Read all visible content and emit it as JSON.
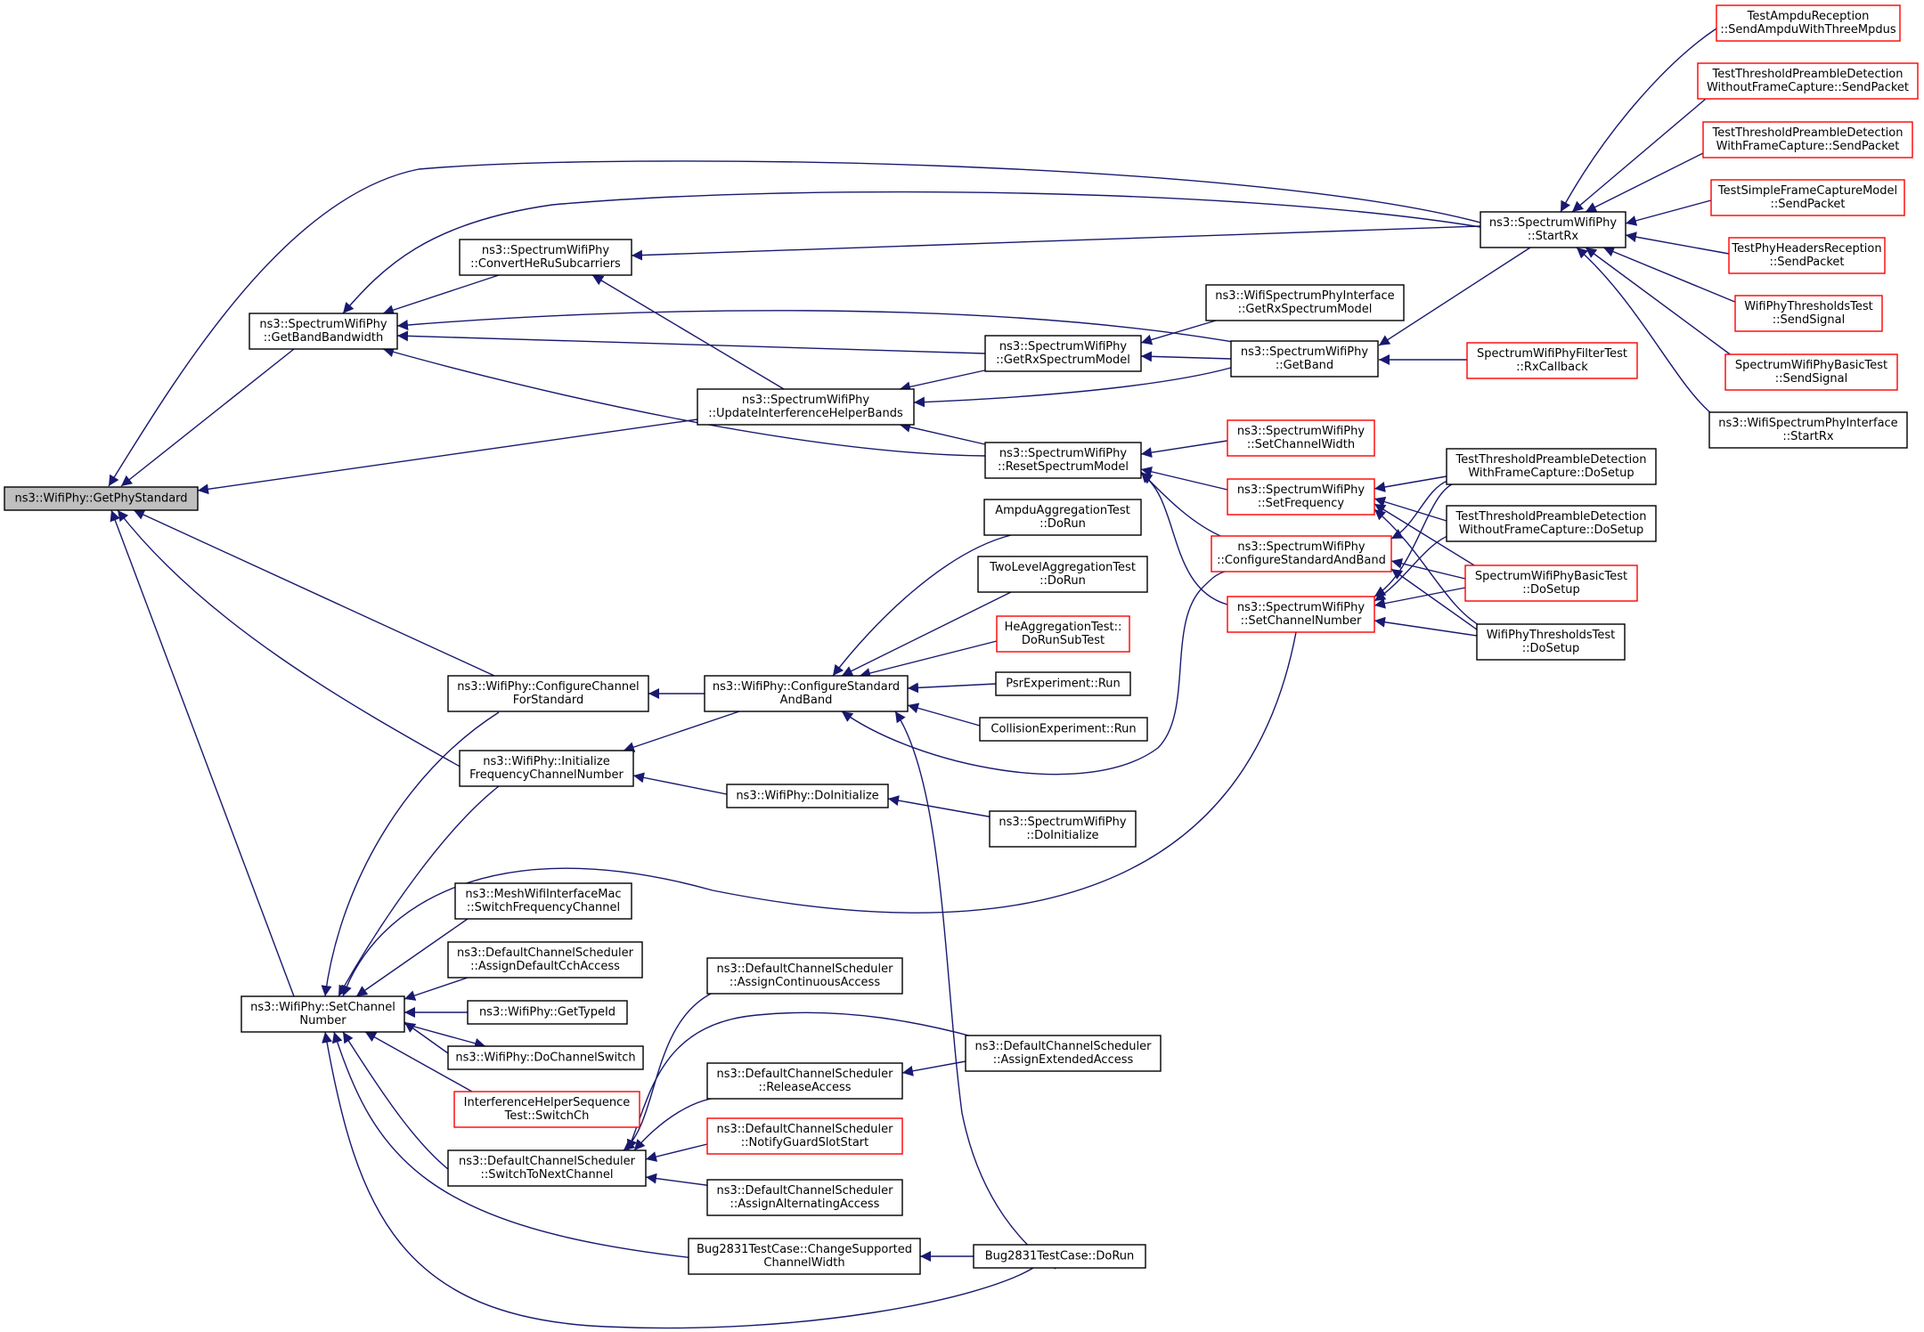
{
  "nodes": [
    {
      "id": "GetPhyStandard",
      "lines": [
        "ns3::WifiPhy::GetPhyStandard"
      ],
      "style": "root"
    },
    {
      "id": "GetBandBandwidth",
      "lines": [
        "ns3::SpectrumWifiPhy",
        "::GetBandBandwidth"
      ],
      "style": "black"
    },
    {
      "id": "ConvertHeRu",
      "lines": [
        "ns3::SpectrumWifiPhy",
        "::ConvertHeRuSubcarriers"
      ],
      "style": "black"
    },
    {
      "id": "UpdateIHB",
      "lines": [
        "ns3::SpectrumWifiPhy",
        "::UpdateInterferenceHelperBands"
      ],
      "style": "black"
    },
    {
      "id": "ConfigureChannelForStandard",
      "lines": [
        "ns3::WifiPhy::ConfigureChannel",
        "ForStandard"
      ],
      "style": "black"
    },
    {
      "id": "InitFreqChNum",
      "lines": [
        "ns3::WifiPhy::Initialize",
        "FrequencyChannelNumber"
      ],
      "style": "black"
    },
    {
      "id": "SetChannelNumberWP",
      "lines": [
        "ns3::WifiPhy::SetChannel",
        "Number"
      ],
      "style": "black"
    },
    {
      "id": "ConfigStdBandWP",
      "lines": [
        "ns3::WifiPhy::ConfigureStandard",
        "AndBand"
      ],
      "style": "black"
    },
    {
      "id": "DoInitializeWP",
      "lines": [
        "ns3::WifiPhy::DoInitialize"
      ],
      "style": "black"
    },
    {
      "id": "DoInitializeSWP",
      "lines": [
        "ns3::SpectrumWifiPhy",
        "::DoInitialize"
      ],
      "style": "black"
    },
    {
      "id": "GetRxSpectrumModel",
      "lines": [
        "ns3::SpectrumWifiPhy",
        "::GetRxSpectrumModel"
      ],
      "style": "black"
    },
    {
      "id": "ResetSpectrumModel",
      "lines": [
        "ns3::SpectrumWifiPhy",
        "::ResetSpectrumModel"
      ],
      "style": "black"
    },
    {
      "id": "GetBand",
      "lines": [
        "ns3::SpectrumWifiPhy",
        "::GetBand"
      ],
      "style": "black"
    },
    {
      "id": "WSPIGetRx",
      "lines": [
        "ns3::WifiSpectrumPhyInterface",
        "::GetRxSpectrumModel"
      ],
      "style": "black"
    },
    {
      "id": "StartRxSWP",
      "lines": [
        "ns3::SpectrumWifiPhy",
        "::StartRx"
      ],
      "style": "black"
    },
    {
      "id": "SetChannelWidth",
      "lines": [
        "ns3::SpectrumWifiPhy",
        "::SetChannelWidth"
      ],
      "style": "red"
    },
    {
      "id": "SetFrequency",
      "lines": [
        "ns3::SpectrumWifiPhy",
        "::SetFrequency"
      ],
      "style": "red"
    },
    {
      "id": "ConfigStdBandSWP",
      "lines": [
        "ns3::SpectrumWifiPhy",
        "::ConfigureStandardAndBand"
      ],
      "style": "red"
    },
    {
      "id": "SetChannelNumberSWP",
      "lines": [
        "ns3::SpectrumWifiPhy",
        "::SetChannelNumber"
      ],
      "style": "red"
    },
    {
      "id": "AmpduAggDoRun",
      "lines": [
        "AmpduAggregationTest",
        "::DoRun"
      ],
      "style": "black"
    },
    {
      "id": "TwoLevelDoRun",
      "lines": [
        "TwoLevelAggregationTest",
        "::DoRun"
      ],
      "style": "black"
    },
    {
      "id": "HeAggDoRunSub",
      "lines": [
        "HeAggregationTest::",
        "DoRunSubTest"
      ],
      "style": "red"
    },
    {
      "id": "PsrRun",
      "lines": [
        "PsrExperiment::Run"
      ],
      "style": "black"
    },
    {
      "id": "CollisionRun",
      "lines": [
        "CollisionExperiment::Run"
      ],
      "style": "black"
    },
    {
      "id": "FilterRxCallback",
      "lines": [
        "SpectrumWifiPhyFilterTest",
        "::RxCallback"
      ],
      "style": "red"
    },
    {
      "id": "TTPDWithFCSetup",
      "lines": [
        "TestThresholdPreambleDetection",
        "WithFrameCapture::DoSetup"
      ],
      "style": "black"
    },
    {
      "id": "TTPDWithoutFCSetup",
      "lines": [
        "TestThresholdPreambleDetection",
        "WithoutFrameCapture::DoSetup"
      ],
      "style": "black"
    },
    {
      "id": "BasicTestDoSetup",
      "lines": [
        "SpectrumWifiPhyBasicTest",
        "::DoSetup"
      ],
      "style": "red"
    },
    {
      "id": "ThresholdsDoSetup",
      "lines": [
        "WifiPhyThresholdsTest",
        "::DoSetup"
      ],
      "style": "black"
    },
    {
      "id": "AmpduThreeMpdus",
      "lines": [
        "TestAmpduReception",
        "::SendAmpduWithThreeMpdus"
      ],
      "style": "red"
    },
    {
      "id": "TTPDWithoutFCSend",
      "lines": [
        "TestThresholdPreambleDetection",
        "WithoutFrameCapture::SendPacket"
      ],
      "style": "red"
    },
    {
      "id": "TTPDWithFCSend",
      "lines": [
        "TestThresholdPreambleDetection",
        "WithFrameCapture::SendPacket"
      ],
      "style": "red"
    },
    {
      "id": "SimpleFCSend",
      "lines": [
        "TestSimpleFrameCaptureModel",
        "::SendPacket"
      ],
      "style": "red"
    },
    {
      "id": "PhyHeadersSend",
      "lines": [
        "TestPhyHeadersReception",
        "::SendPacket"
      ],
      "style": "red"
    },
    {
      "id": "ThresholdsSendSignal",
      "lines": [
        "WifiPhyThresholdsTest",
        "::SendSignal"
      ],
      "style": "red"
    },
    {
      "id": "BasicTestSendSignal",
      "lines": [
        "SpectrumWifiPhyBasicTest",
        "::SendSignal"
      ],
      "style": "red"
    },
    {
      "id": "WSPIStartRx",
      "lines": [
        "ns3::WifiSpectrumPhyInterface",
        "::StartRx"
      ],
      "style": "black"
    },
    {
      "id": "MeshSwitch",
      "lines": [
        "ns3::MeshWifiInterfaceMac",
        "::SwitchFrequencyChannel"
      ],
      "style": "black"
    },
    {
      "id": "AssignDefaultCch",
      "lines": [
        "ns3::DefaultChannelScheduler",
        "::AssignDefaultCchAccess"
      ],
      "style": "black"
    },
    {
      "id": "GetTypeId",
      "lines": [
        "ns3::WifiPhy::GetTypeId"
      ],
      "style": "black"
    },
    {
      "id": "DoChannelSwitch",
      "lines": [
        "ns3::WifiPhy::DoChannelSwitch"
      ],
      "style": "black"
    },
    {
      "id": "IHSSwitchCh",
      "lines": [
        "InterferenceHelperSequence",
        "Test::SwitchCh"
      ],
      "style": "red"
    },
    {
      "id": "SwitchToNext",
      "lines": [
        "ns3::DefaultChannelScheduler",
        "::SwitchToNextChannel"
      ],
      "style": "black"
    },
    {
      "id": "Bug2831Change",
      "lines": [
        "Bug2831TestCase::ChangeSupported",
        "ChannelWidth"
      ],
      "style": "black"
    },
    {
      "id": "AssignContinuous",
      "lines": [
        "ns3::DefaultChannelScheduler",
        "::AssignContinuousAccess"
      ],
      "style": "black"
    },
    {
      "id": "ReleaseAccess",
      "lines": [
        "ns3::DefaultChannelScheduler",
        "::ReleaseAccess"
      ],
      "style": "black"
    },
    {
      "id": "NotifyGuard",
      "lines": [
        "ns3::DefaultChannelScheduler",
        "::NotifyGuardSlotStart"
      ],
      "style": "red"
    },
    {
      "id": "AssignAlternating",
      "lines": [
        "ns3::DefaultChannelScheduler",
        "::AssignAlternatingAccess"
      ],
      "style": "black"
    },
    {
      "id": "AssignExtended",
      "lines": [
        "ns3::DefaultChannelScheduler",
        "::AssignExtendedAccess"
      ],
      "style": "black"
    },
    {
      "id": "Bug2831DoRun",
      "lines": [
        "Bug2831TestCase::DoRun"
      ],
      "style": "black"
    }
  ],
  "edges": [
    [
      "GetPhyStandard",
      "GetBandBandwidth"
    ],
    [
      "GetPhyStandard",
      "StartRxSWP"
    ],
    [
      "GetPhyStandard",
      "UpdateIHB"
    ],
    [
      "GetPhyStandard",
      "ConfigureChannelForStandard"
    ],
    [
      "GetPhyStandard",
      "InitFreqChNum"
    ],
    [
      "GetPhyStandard",
      "SetChannelNumberWP"
    ],
    [
      "GetBandBandwidth",
      "ConvertHeRu"
    ],
    [
      "GetBandBandwidth",
      "StartRxSWP"
    ],
    [
      "GetBandBandwidth",
      "GetBand"
    ],
    [
      "GetBandBandwidth",
      "GetRxSpectrumModel"
    ],
    [
      "GetBandBandwidth",
      "ResetSpectrumModel"
    ],
    [
      "ConvertHeRu",
      "StartRxSWP"
    ],
    [
      "ConvertHeRu",
      "UpdateIHB"
    ],
    [
      "UpdateIHB",
      "GetRxSpectrumModel"
    ],
    [
      "UpdateIHB",
      "GetBand"
    ],
    [
      "UpdateIHB",
      "ResetSpectrumModel"
    ],
    [
      "GetRxSpectrumModel",
      "WSPIGetRx"
    ],
    [
      "GetRxSpectrumModel",
      "GetBand"
    ],
    [
      "GetBand",
      "StartRxSWP"
    ],
    [
      "GetBand",
      "FilterRxCallback"
    ],
    [
      "StartRxSWP",
      "AmpduThreeMpdus"
    ],
    [
      "StartRxSWP",
      "TTPDWithoutFCSend"
    ],
    [
      "StartRxSWP",
      "TTPDWithFCSend"
    ],
    [
      "StartRxSWP",
      "SimpleFCSend"
    ],
    [
      "StartRxSWP",
      "PhyHeadersSend"
    ],
    [
      "StartRxSWP",
      "ThresholdsSendSignal"
    ],
    [
      "StartRxSWP",
      "BasicTestSendSignal"
    ],
    [
      "StartRxSWP",
      "WSPIStartRx"
    ],
    [
      "ResetSpectrumModel",
      "SetChannelWidth"
    ],
    [
      "ResetSpectrumModel",
      "SetFrequency"
    ],
    [
      "ResetSpectrumModel",
      "ConfigStdBandSWP"
    ],
    [
      "ResetSpectrumModel",
      "SetChannelNumberSWP"
    ],
    [
      "SetFrequency",
      "TTPDWithFCSetup"
    ],
    [
      "SetFrequency",
      "TTPDWithoutFCSetup"
    ],
    [
      "SetFrequency",
      "BasicTestDoSetup"
    ],
    [
      "SetFrequency",
      "ThresholdsDoSetup"
    ],
    [
      "ConfigStdBandSWP",
      "TTPDWithFCSetup"
    ],
    [
      "ConfigStdBandSWP",
      "BasicTestDoSetup"
    ],
    [
      "ConfigStdBandSWP",
      "ThresholdsDoSetup"
    ],
    [
      "SetChannelNumberSWP",
      "TTPDWithFCSetup"
    ],
    [
      "SetChannelNumberSWP",
      "TTPDWithoutFCSetup"
    ],
    [
      "SetChannelNumberSWP",
      "BasicTestDoSetup"
    ],
    [
      "SetChannelNumberSWP",
      "ThresholdsDoSetup"
    ],
    [
      "ConfigureChannelForStandard",
      "ConfigStdBandWP"
    ],
    [
      "InitFreqChNum",
      "ConfigStdBandWP"
    ],
    [
      "InitFreqChNum",
      "DoInitializeWP"
    ],
    [
      "DoInitializeWP",
      "DoInitializeSWP"
    ],
    [
      "ConfigStdBandWP",
      "AmpduAggDoRun"
    ],
    [
      "ConfigStdBandWP",
      "TwoLevelDoRun"
    ],
    [
      "ConfigStdBandWP",
      "HeAggDoRunSub"
    ],
    [
      "ConfigStdBandWP",
      "PsrRun"
    ],
    [
      "ConfigStdBandWP",
      "CollisionRun"
    ],
    [
      "ConfigStdBandWP",
      "ConfigStdBandSWP"
    ],
    [
      "ConfigStdBandWP",
      "Bug2831DoRun"
    ],
    [
      "SetChannelNumberWP",
      "ConfigureChannelForStandard"
    ],
    [
      "SetChannelNumberWP",
      "InitFreqChNum"
    ],
    [
      "SetChannelNumberWP",
      "SetChannelNumberSWP"
    ],
    [
      "SetChannelNumberWP",
      "MeshSwitch"
    ],
    [
      "SetChannelNumberWP",
      "AssignDefaultCch"
    ],
    [
      "SetChannelNumberWP",
      "GetTypeId"
    ],
    [
      "SetChannelNumberWP",
      "DoChannelSwitch"
    ],
    [
      "SetChannelNumberWP",
      "IHSSwitchCh"
    ],
    [
      "SetChannelNumberWP",
      "SwitchToNext"
    ],
    [
      "SetChannelNumberWP",
      "Bug2831Change"
    ],
    [
      "SetChannelNumberWP",
      "Bug2831DoRun"
    ],
    [
      "DoChannelSwitch",
      "SetChannelNumberWP"
    ],
    [
      "SwitchToNext",
      "AssignContinuous"
    ],
    [
      "SwitchToNext",
      "AssignExtended"
    ],
    [
      "SwitchToNext",
      "ReleaseAccess"
    ],
    [
      "SwitchToNext",
      "NotifyGuard"
    ],
    [
      "SwitchToNext",
      "AssignAlternating"
    ],
    [
      "ReleaseAccess",
      "AssignExtended"
    ],
    [
      "Bug2831Change",
      "Bug2831DoRun"
    ]
  ]
}
